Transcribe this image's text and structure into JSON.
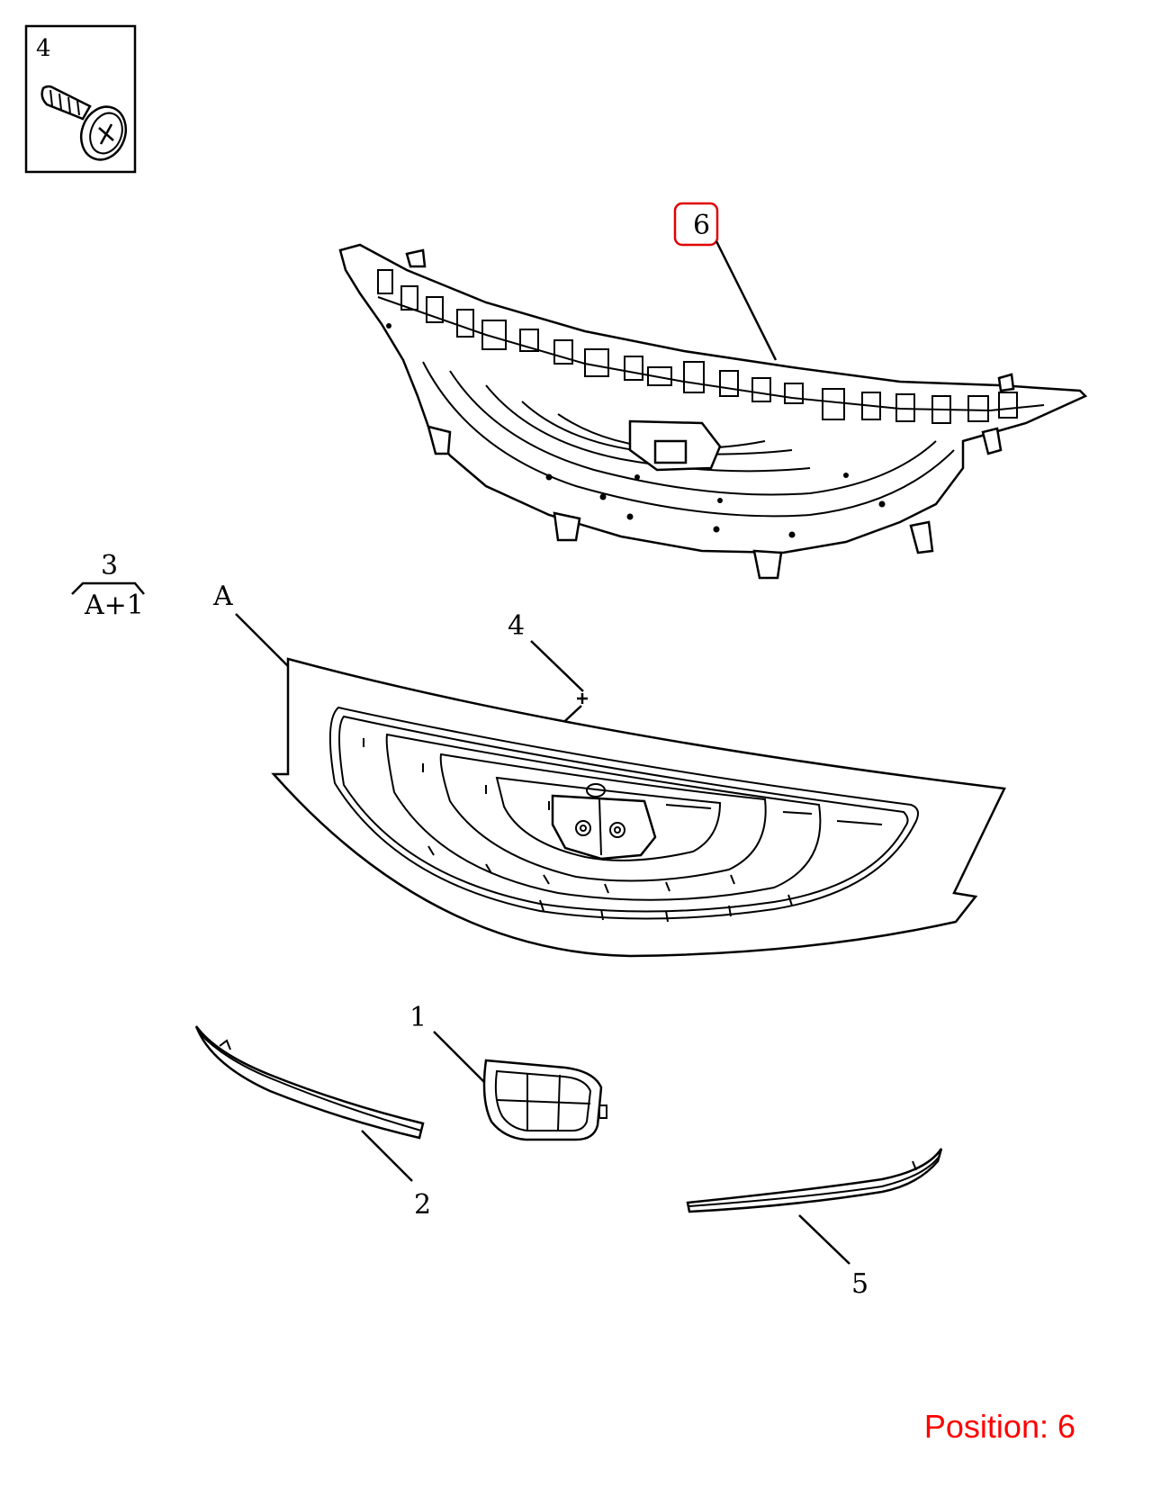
{
  "screw_box": {
    "label": "4"
  },
  "callouts": {
    "part6": "6",
    "part3_top": "3",
    "part3_bottom": "A+1",
    "partA": "A",
    "part4": "4",
    "part1": "1",
    "part2": "2",
    "part5": "5"
  },
  "highlight_color": "#e00000",
  "status": {
    "position_text": "Position: 6",
    "color": "#ff0000"
  }
}
